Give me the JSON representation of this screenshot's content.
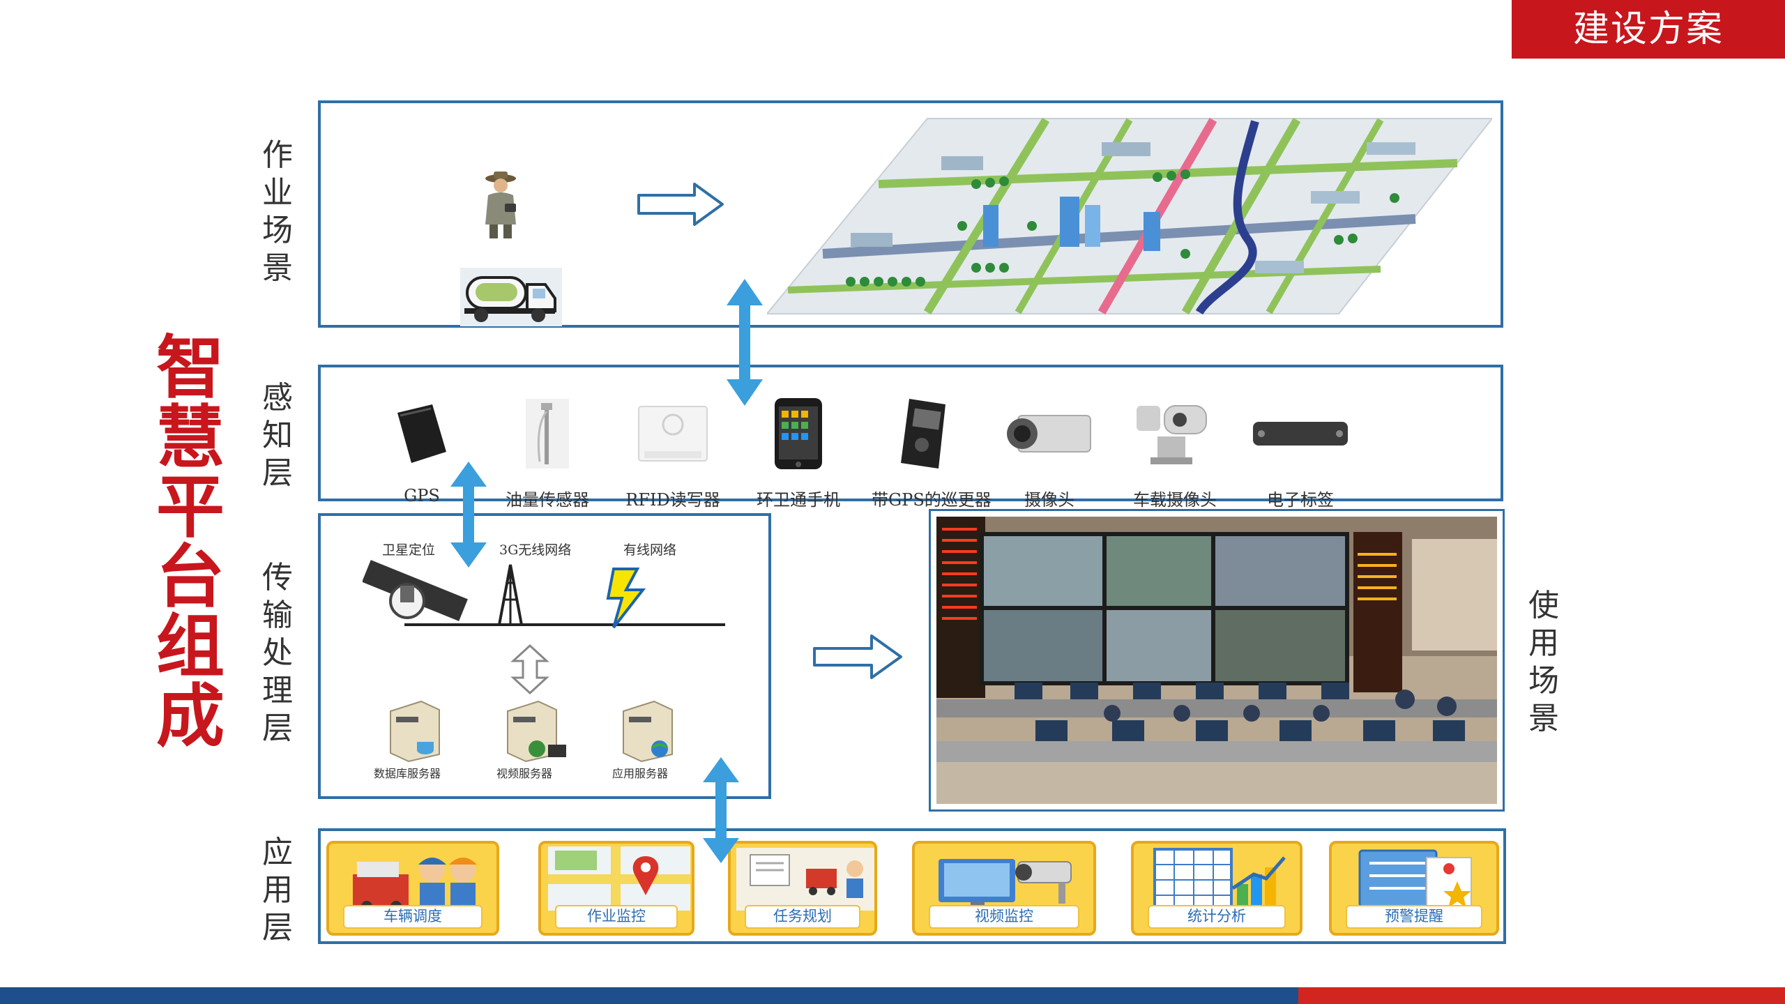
{
  "header_tag": "建设方案",
  "main_title": "智慧平台组成",
  "layer_labels": {
    "work_scene": "作\n业\n场\n景",
    "perception": "感\n知\n层",
    "transmission": "传\n输\n处\n理\n层",
    "application": "应\n用\n层",
    "usage_scene": "使\n用\n场\n景"
  },
  "devices": [
    {
      "label": "GPS",
      "icon": "gps-device-icon"
    },
    {
      "label": "油量传感器",
      "icon": "fuel-sensor-icon"
    },
    {
      "label": "RFID读写器",
      "icon": "rfid-reader-icon"
    },
    {
      "label": "环卫通手机",
      "icon": "phone-icon"
    },
    {
      "label": "带GPS的巡更器",
      "icon": "patrol-device-icon"
    },
    {
      "label": "摄像头",
      "icon": "camera-icon"
    },
    {
      "label": "车载摄像头",
      "icon": "vehicle-camera-icon"
    },
    {
      "label": "电子标签",
      "icon": "electronic-tag-icon"
    }
  ],
  "network": {
    "satellite": "卫星定位",
    "wireless": "3G无线网络",
    "wired": "有线网络",
    "servers": [
      "数据库服务器",
      "视频服务器",
      "应用服务器"
    ]
  },
  "applications": [
    {
      "label": "车辆调度",
      "icon": "dispatch-icon"
    },
    {
      "label": "作业监控",
      "icon": "map-pin-icon"
    },
    {
      "label": "任务规划",
      "icon": "task-plan-icon"
    },
    {
      "label": "视频监控",
      "icon": "video-monitor-icon"
    },
    {
      "label": "统计分析",
      "icon": "statistics-icon"
    },
    {
      "label": "预警提醒",
      "icon": "alert-icon"
    }
  ],
  "colors": {
    "accent_red": "#c8161d",
    "panel_border": "#2f6fa6",
    "arrow_blue": "#3a9fdc",
    "footer_blue": "#1f4e8c",
    "footer_red": "#d2251f"
  }
}
